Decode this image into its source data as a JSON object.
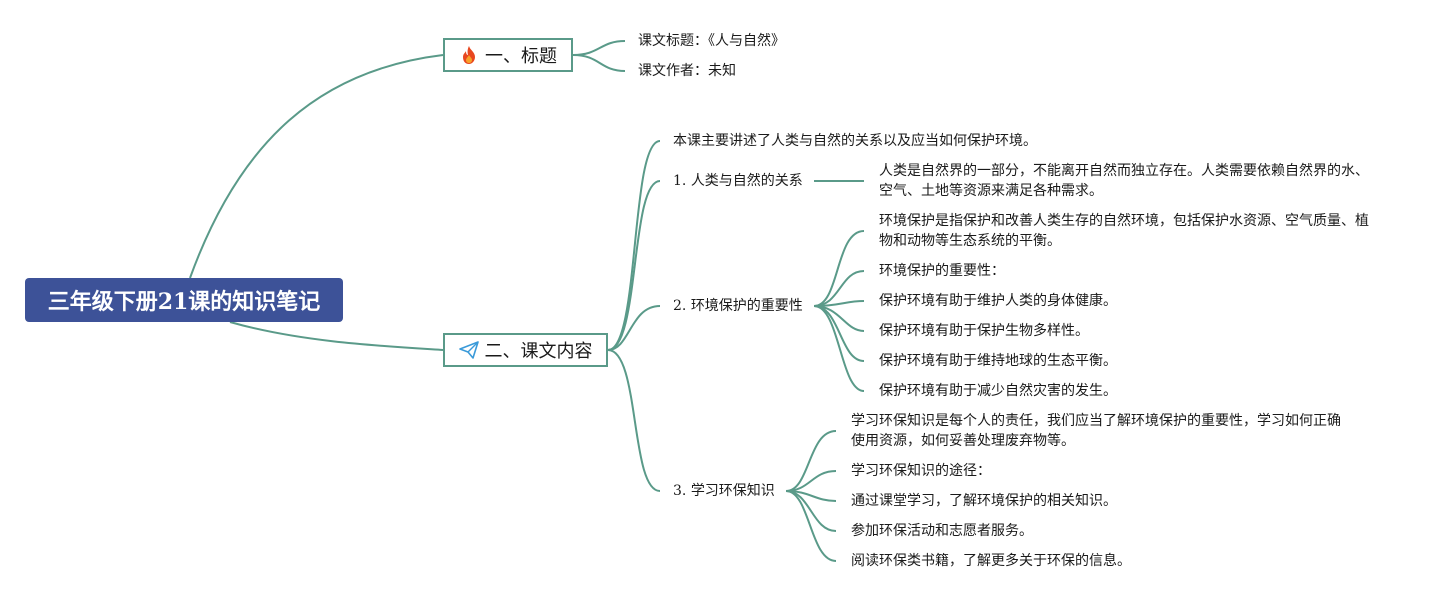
{
  "root": {
    "title": "三年级下册21课的知识笔记"
  },
  "branch1": {
    "label": "一、标题",
    "icon": "fire-icon",
    "items": [
      "课文标题：《人与自然》",
      "课文作者：未知"
    ]
  },
  "branch2": {
    "label": "二、课文内容",
    "icon": "paper-plane-icon",
    "intro": "本课主要讲述了人类与自然的关系以及应当如何保护环境。",
    "sections": [
      {
        "num": "1.",
        "title": "人类与自然的关系",
        "items": [
          "人类是自然界的一部分，不能离开自然而独立存在。人类需要依赖自然界的水、空气、土地等资源来满足各种需求。"
        ]
      },
      {
        "num": "2.",
        "title": "环境保护的重要性",
        "items": [
          "环境保护是指保护和改善人类生存的自然环境，包括保护水资源、空气质量、植物和动物等生态系统的平衡。",
          "环境保护的重要性：",
          "保护环境有助于维护人类的身体健康。",
          "保护环境有助于保护生物多样性。",
          "保护环境有助于维持地球的生态平衡。",
          "保护环境有助于减少自然灾害的发生。"
        ]
      },
      {
        "num": "3.",
        "title": "学习环保知识",
        "items": [
          "学习环保知识是每个人的责任，我们应当了解环境保护的重要性，学习如何正确使用资源，如何妥善处理废弃物等。",
          "学习环保知识的途径：",
          "通过课堂学习，了解环境保护的相关知识。",
          "参加环保活动和志愿者服务。",
          "阅读环保类书籍，了解更多关于环保的信息。"
        ]
      }
    ]
  },
  "colors": {
    "root_bg": "#3d5298",
    "line": "#5a9a89",
    "fire": "#e8471f",
    "plane": "#3a9ad9"
  }
}
